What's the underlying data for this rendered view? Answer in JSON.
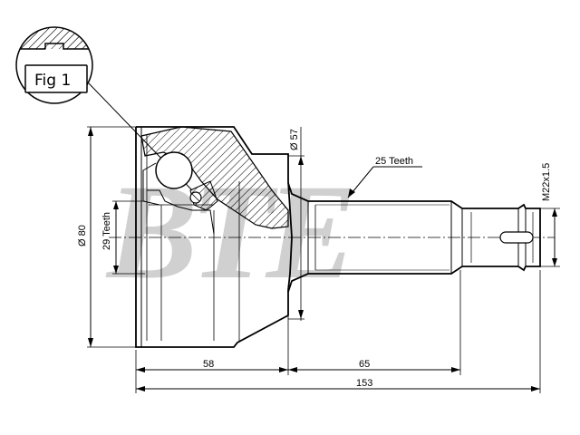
{
  "watermark": "BTE",
  "figure_label": "Fig 1",
  "dimensions": {
    "outer_diameter": "Ø 80",
    "bell_diameter": "Ø 57",
    "inner_teeth": "29 Teeth",
    "outer_teeth": "25 Teeth",
    "thread": "M22x1.5",
    "bell_length": "58",
    "shaft_length": "65",
    "total_length": "153"
  },
  "colors": {
    "line": "#000000",
    "watermark": "#d0d0d0"
  }
}
